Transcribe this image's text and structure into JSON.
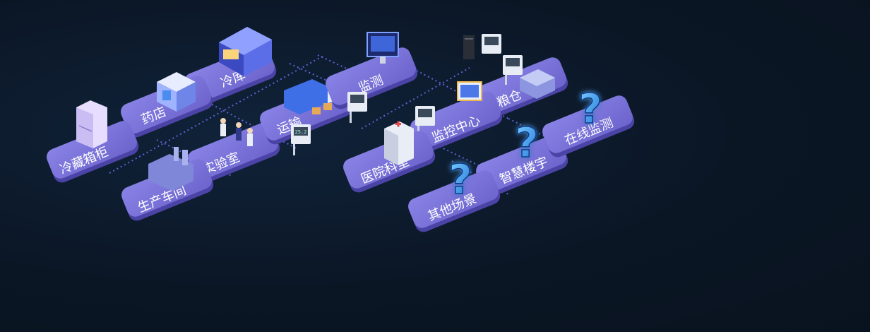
{
  "colors": {
    "background": "#0b1625",
    "tile_top": "#7a73d6",
    "tile_side": "#4b44a6",
    "dotted_line": "#6a6ef0",
    "label": "#ffffff"
  },
  "tiles": [
    {
      "label": "冷库",
      "icon": "warehouse-icon"
    },
    {
      "label": "药店",
      "icon": "store-icon"
    },
    {
      "label": "冷藏箱柜",
      "icon": "refrigerator-icon"
    },
    {
      "label": "实验室",
      "icon": "lab-workers-icon"
    },
    {
      "label": "生产车间",
      "icon": "factory-icon"
    },
    {
      "label": "运输",
      "icon": "truck-icon"
    },
    {
      "label": "监测",
      "icon": "computer-monitor-icon"
    },
    {
      "label": "粮仓",
      "icon": "granary-icon"
    },
    {
      "label": "监控中心",
      "icon": "dashboard-screen-icon"
    },
    {
      "label": "医院科室",
      "icon": "hospital-icon"
    },
    {
      "label": "智慧楼宇",
      "icon": "question-mark-icon"
    },
    {
      "label": "其他场景",
      "icon": "question-mark-icon"
    },
    {
      "label": "在线监测",
      "icon": "question-mark-icon"
    }
  ],
  "sensor_readout": "25.2"
}
